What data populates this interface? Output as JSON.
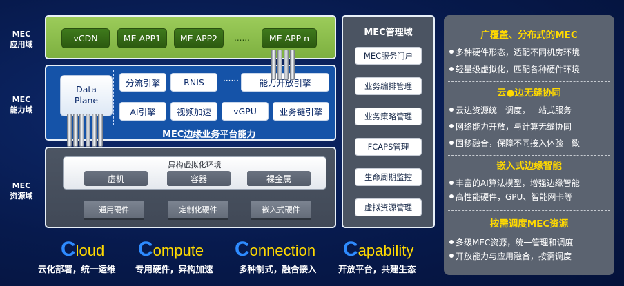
{
  "domains": {
    "app": "MEC\n应用域",
    "capability": "MEC\n能力域",
    "resource": "MEC\n资源域"
  },
  "app_layer": {
    "items": [
      "vCDN",
      "ME APP1",
      "ME APP2",
      "......",
      "ME APP n"
    ]
  },
  "capability_layer": {
    "title": "MEC边缘业务平台能力",
    "data_plane": "Data\nPlane",
    "engines": [
      "分流引擎",
      "RNIS",
      "······",
      "能力开放引擎",
      "AI引擎",
      "视频加速",
      "vGPU",
      "业务链引擎"
    ]
  },
  "resource_layer": {
    "virt_title": "异构虚拟化环境",
    "virt_items": [
      "虚机",
      "容器",
      "裸金属"
    ],
    "hardware": [
      "通用硬件",
      "定制化硬件",
      "嵌入式硬件"
    ]
  },
  "management": {
    "title": "MEC管理域",
    "items": [
      "MEC服务门户",
      "业务编排管理",
      "业务策略管理",
      "FCAPS管理",
      "生命周期监控",
      "虚拟资源管理"
    ]
  },
  "features": [
    {
      "heading": "广覆盖、分布式的MEC",
      "points": [
        "多种硬件形态，适配不同机房环境",
        "轻量级虚拟化，匹配各种硬件环境"
      ]
    },
    {
      "heading": "云●边无缝协同",
      "points": [
        "云边资源统一调度，一站式服务",
        "网络能力开放，与计算无缝协同",
        "固移融合，保障不同接入体验一致"
      ]
    },
    {
      "heading": "嵌入式边缘智能",
      "points": [
        "丰富的AI算法模型，增强边缘智能",
        "高性能硬件，GPU、智能网卡等"
      ]
    },
    {
      "heading": "按需调度MEC资源",
      "points": [
        "多级MEC资源，统一管理和调度",
        "开放能力与应用融合，按需调度"
      ]
    }
  ],
  "four_c": [
    {
      "initial": "C",
      "rest": "loud",
      "sub": "云化部署，统一运维"
    },
    {
      "initial": "C",
      "rest": "ompute",
      "sub": "专用硬件，异构加速"
    },
    {
      "initial": "C",
      "rest": "onnection",
      "sub": "多种制式，融合接入"
    },
    {
      "initial": "C",
      "rest": "apability",
      "sub": "开放平台，共建生态"
    }
  ],
  "colors": {
    "background": "#071a4d",
    "app_green": "#8bbd4a",
    "capability_blue": "#1553a8",
    "resource_gray": "#474f5d",
    "accent_yellow": "#ffd900",
    "accent_blue": "#2e8bff"
  }
}
